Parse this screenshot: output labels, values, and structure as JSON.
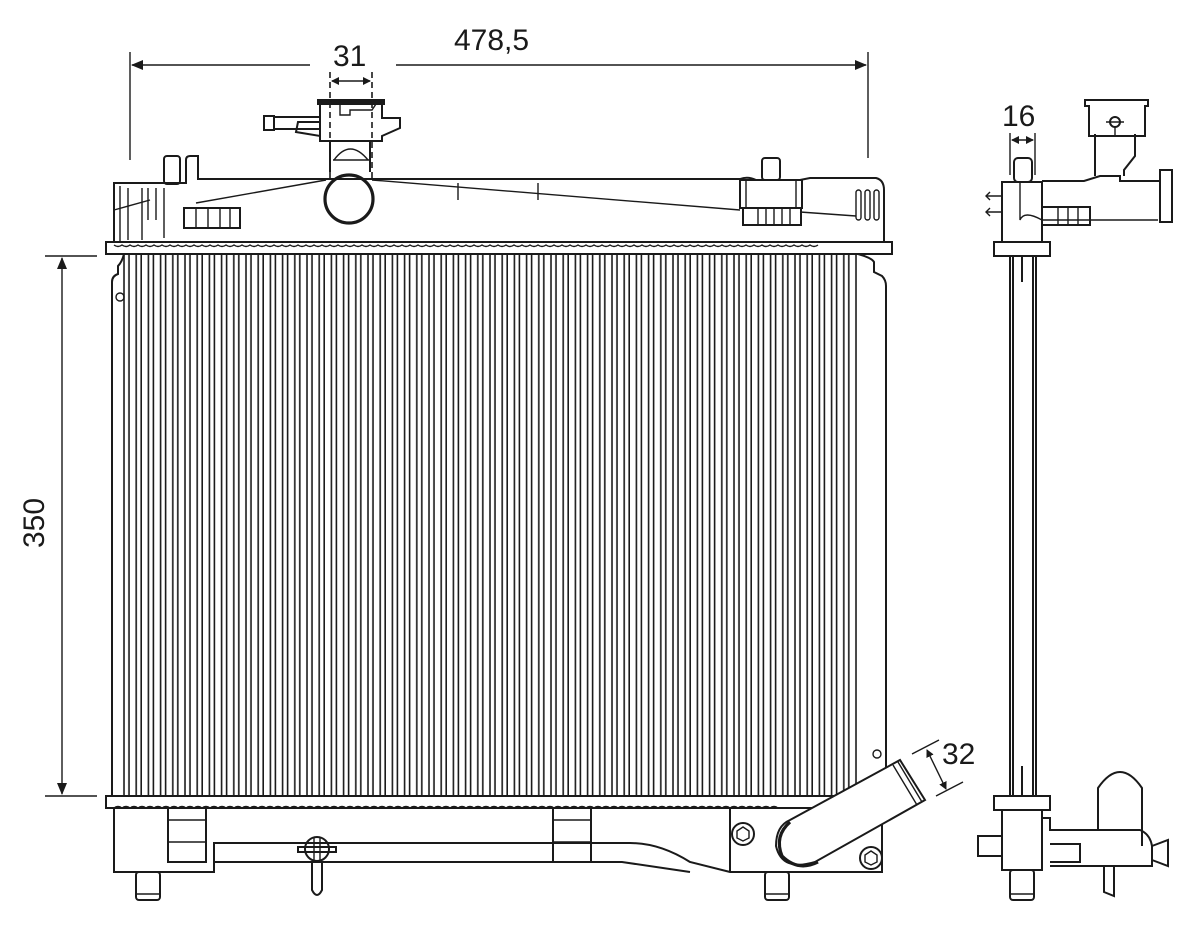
{
  "drawing": {
    "subject": "Radiator technical drawing with dimensions",
    "views": [
      "front-view",
      "side-view"
    ],
    "colors": {
      "line": "#1a1a1a",
      "background": "#ffffff"
    }
  },
  "dimensions": {
    "overall_width": {
      "label": "478,5",
      "unit": "mm"
    },
    "filler_neck_diameter": {
      "label": "31",
      "unit": "mm"
    },
    "core_height": {
      "label": "350",
      "unit": "mm"
    },
    "outlet_pipe_diameter": {
      "label": "32",
      "unit": "mm"
    },
    "core_thickness": {
      "label": "16",
      "unit": "mm"
    }
  }
}
